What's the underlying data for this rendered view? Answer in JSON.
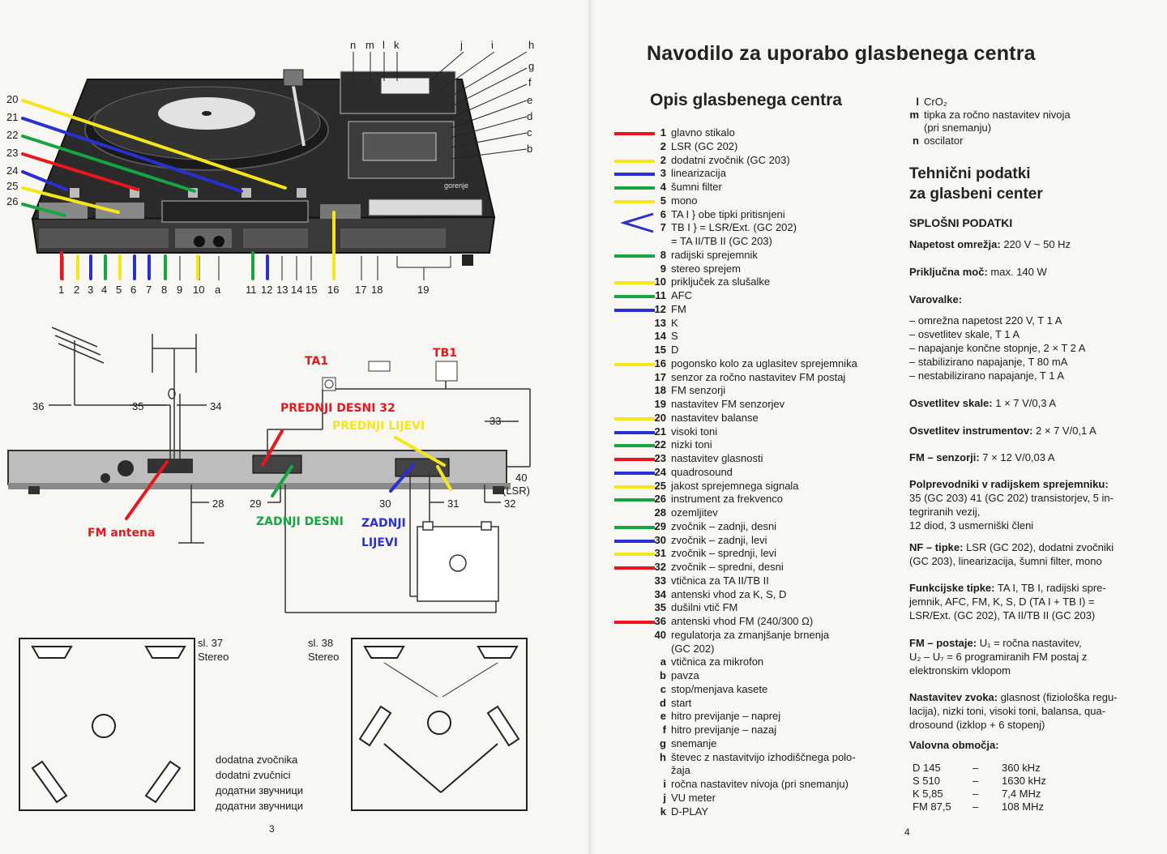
{
  "left_page": {
    "top_labels": [
      "n",
      "m",
      "l",
      "k",
      "j",
      "i",
      "h",
      "g",
      "f",
      "e",
      "d",
      "c",
      "b"
    ],
    "left_labels": [
      "20",
      "21",
      "22",
      "23",
      "24",
      "25",
      "26"
    ],
    "bottom_labels": [
      "1",
      "2",
      "3",
      "4",
      "5",
      "6",
      "7",
      "8",
      "9",
      "10",
      "a",
      "11",
      "12",
      "13",
      "14",
      "15",
      "16",
      "17",
      "18",
      "19"
    ],
    "brand": "gorenje",
    "wire_numbers": [
      "36",
      "35",
      "34",
      "33",
      "28",
      "29",
      "30",
      "31",
      "32",
      "40",
      "(LSR)"
    ],
    "annotations": {
      "ta1": "TA1",
      "tb1": "TB1",
      "front_right": "PREDNJI DESNI 32",
      "front_left": "PREDNJI LIJEVI",
      "rear_right": "ZADNJI DESNI",
      "rear_left_1": "ZADNJI",
      "rear_left_2": "LIJEVI",
      "fm_antenna": "FM antena"
    },
    "fig37": {
      "label": "sl. 37",
      "mode": "Stereo"
    },
    "fig38": {
      "label": "sl. 38",
      "mode": "Stereo"
    },
    "extra_speakers": [
      "dodatna zvočnika",
      "dodatni zvučnici",
      "додатни звучници",
      "додатни звучници"
    ],
    "page_number": "3"
  },
  "right_page": {
    "title": "Navodilo za uporabo glasbenega centra",
    "section_title": "Opis glasbenega centra",
    "items": [
      {
        "n": "1",
        "t": "glavno stikalo",
        "c": "#e8161d"
      },
      {
        "n": "2",
        "t": "LSR (GC 202)",
        "c": ""
      },
      {
        "n": "2",
        "t": "dodatni zvočnik (GC 203)",
        "c": "#f5e61b"
      },
      {
        "n": "3",
        "t": "linearizacija",
        "c": "#2a2fcf"
      },
      {
        "n": "4",
        "t": "šumni filter",
        "c": "#16a540"
      },
      {
        "n": "5",
        "t": "mono",
        "c": "#f5e61b"
      },
      {
        "n": "6",
        "t": "TA I } obe tipki pritisnjeni",
        "c": ""
      },
      {
        "n": "7",
        "t": "TB I } = LSR/Ext. (GC 202)",
        "c": ""
      },
      {
        "n": "",
        "t": "= TA II/TB II (GC 203)",
        "c": ""
      },
      {
        "n": "8",
        "t": "radijski sprejemnik",
        "c": "#16a540"
      },
      {
        "n": "9",
        "t": "stereo sprejem",
        "c": ""
      },
      {
        "n": "10",
        "t": "priključek za slušalke",
        "c": "#f5e61b"
      },
      {
        "n": "11",
        "t": "AFC",
        "c": "#16a540"
      },
      {
        "n": "12",
        "t": "FM",
        "c": "#2a2fcf"
      },
      {
        "n": "13",
        "t": "K",
        "c": ""
      },
      {
        "n": "14",
        "t": "S",
        "c": ""
      },
      {
        "n": "15",
        "t": "D",
        "c": ""
      },
      {
        "n": "16",
        "t": "pogonsko kolo za uglasitev sprejemnika",
        "c": "#f5e61b"
      },
      {
        "n": "17",
        "t": "senzor za ročno nastavitev FM postaj",
        "c": ""
      },
      {
        "n": "18",
        "t": "FM senzorji",
        "c": ""
      },
      {
        "n": "19",
        "t": "nastavitev FM senzorjev",
        "c": ""
      },
      {
        "n": "20",
        "t": "nastavitev balanse",
        "c": "#f5e61b"
      },
      {
        "n": "21",
        "t": "visoki toni",
        "c": "#2a2fcf"
      },
      {
        "n": "22",
        "t": "nizki toni",
        "c": "#16a540"
      },
      {
        "n": "23",
        "t": "nastavitev glasnosti",
        "c": "#e8161d"
      },
      {
        "n": "24",
        "t": "quadrosound",
        "c": "#2a2fcf"
      },
      {
        "n": "25",
        "t": "jakost sprejemnega signala",
        "c": "#f5e61b"
      },
      {
        "n": "26",
        "t": "instrument za frekvenco",
        "c": "#16a540"
      },
      {
        "n": "28",
        "t": "ozemljitev",
        "c": ""
      },
      {
        "n": "29",
        "t": "zvočnik – zadnji, desni",
        "c": "#16a540"
      },
      {
        "n": "30",
        "t": "zvočnik – zadnji, levi",
        "c": "#2a2fcf"
      },
      {
        "n": "31",
        "t": "zvočnik – sprednji, levi",
        "c": "#f5e61b"
      },
      {
        "n": "32",
        "t": "zvočnik – spredni, desni",
        "c": "#e8161d"
      },
      {
        "n": "33",
        "t": "vtičnica za TA II/TB II",
        "c": ""
      },
      {
        "n": "34",
        "t": "antenski vhod za K, S, D",
        "c": ""
      },
      {
        "n": "35",
        "t": "dušilni vtič FM",
        "c": ""
      },
      {
        "n": "36",
        "t": "antenski vhod FM (240/300 Ω)",
        "c": "#e8161d"
      },
      {
        "n": "40",
        "t": "regulatorja za zmanjšanje brnenja",
        "c": ""
      },
      {
        "n": "",
        "t": "(GC 202)",
        "c": ""
      },
      {
        "n": "a",
        "t": "vtičnica za mikrofon",
        "c": ""
      },
      {
        "n": "b",
        "t": "pavza",
        "c": ""
      },
      {
        "n": "c",
        "t": "stop/menjava kasete",
        "c": ""
      },
      {
        "n": "d",
        "t": "start",
        "c": ""
      },
      {
        "n": "e",
        "t": "hitro previjanje – naprej",
        "c": ""
      },
      {
        "n": "f",
        "t": "hitro previjanje – nazaj",
        "c": ""
      },
      {
        "n": "g",
        "t": "snemanje",
        "c": ""
      },
      {
        "n": "h",
        "t": "števec z nastavitvijo izhodiščnega polo-",
        "c": ""
      },
      {
        "n": "",
        "t": "žaja",
        "c": ""
      },
      {
        "n": "i",
        "t": "ročna nastavitev nivoja (pri snemanju)",
        "c": ""
      },
      {
        "n": "j",
        "t": "VU meter",
        "c": ""
      },
      {
        "n": "k",
        "t": "D-PLAY",
        "c": ""
      }
    ],
    "items_col2": [
      {
        "n": "l",
        "t": "CrO₂"
      },
      {
        "n": "m",
        "t": "tipka za ročno nastavitev nivoja"
      },
      {
        "n": "",
        "t": "(pri snemanju)"
      },
      {
        "n": "n",
        "t": "oscilator"
      }
    ],
    "tech_title_1": "Tehnični podatki",
    "tech_title_2": "za glasbeni center",
    "general_title": "SPLOŠNI PODATKI",
    "specs": [
      {
        "b": "Napetost omrežja:",
        "t": " 220 V ~ 50 Hz"
      },
      {
        "b": "Priključna moč:",
        "t": " max. 140 W"
      },
      {
        "b": "Varovalke:",
        "t": ""
      },
      {
        "b": "",
        "t": "– omrežna napetost 220 V, T 1 A"
      },
      {
        "b": "",
        "t": "– osvetlitev skale, T 1 A"
      },
      {
        "b": "",
        "t": "– napajanje končne stopnje, 2 × T 2 A"
      },
      {
        "b": "",
        "t": "– stabilizirano napajanje, T 80 mA"
      },
      {
        "b": "",
        "t": "– nestabilizirano napajanje, T 1 A"
      },
      {
        "b": "Osvetlitev skale:",
        "t": " 1 × 7 V/0,3 A"
      },
      {
        "b": "Osvetlitev instrumentov:",
        "t": " 2 × 7 V/0,1 A"
      },
      {
        "b": "FM – senzorji:",
        "t": " 7 × 12 V/0,03 A"
      },
      {
        "b": "Polprevodniki v radijskem sprejemniku:",
        "t": ""
      },
      {
        "b": "",
        "t": "35 (GC 203) 41 (GC 202) transistorjev, 5 in-"
      },
      {
        "b": "",
        "t": "tegriranih vezij,"
      },
      {
        "b": "",
        "t": "12 diod, 3 usmerniški členi"
      },
      {
        "b": "NF – tipke:",
        "t": " LSR (GC 202), dodatni zvočniki"
      },
      {
        "b": "",
        "t": "(GC 203), linearizacija, šumni filter, mono"
      },
      {
        "b": "Funkcijske tipke:",
        "t": " TA I, TB I, radijski spre-"
      },
      {
        "b": "",
        "t": "jemnik, AFC, FM, K, S, D (TA I + TB I) ="
      },
      {
        "b": "",
        "t": "LSR/Ext. (GC 202), TA II/TB II (GC 203)"
      },
      {
        "b": "FM – postaje:",
        "t": " U₁ = ročna nastavitev,"
      },
      {
        "b": "",
        "t": "U₂ – U₇ = 6 programiranih FM postaj z"
      },
      {
        "b": "",
        "t": "elektronskim vklopom"
      },
      {
        "b": "Nastavitev zvoka:",
        "t": " glasnost (fiziološka regu-"
      },
      {
        "b": "",
        "t": "lacija), nizki toni, visoki toni, balansa, qua-"
      },
      {
        "b": "",
        "t": "drosound (izklop + 6 stopenj)"
      },
      {
        "b": "Valovna območja:",
        "t": ""
      }
    ],
    "bands": [
      {
        "band": "D 145",
        "dash": "–",
        "val": "360 kHz"
      },
      {
        "band": "S 510",
        "dash": "–",
        "val": "1630 kHz"
      },
      {
        "band": "K 5,85",
        "dash": "–",
        "val": "7,4 MHz"
      },
      {
        "band": "FM 87,5",
        "dash": "–",
        "val": "108 MHz"
      }
    ],
    "page_number": "4"
  }
}
